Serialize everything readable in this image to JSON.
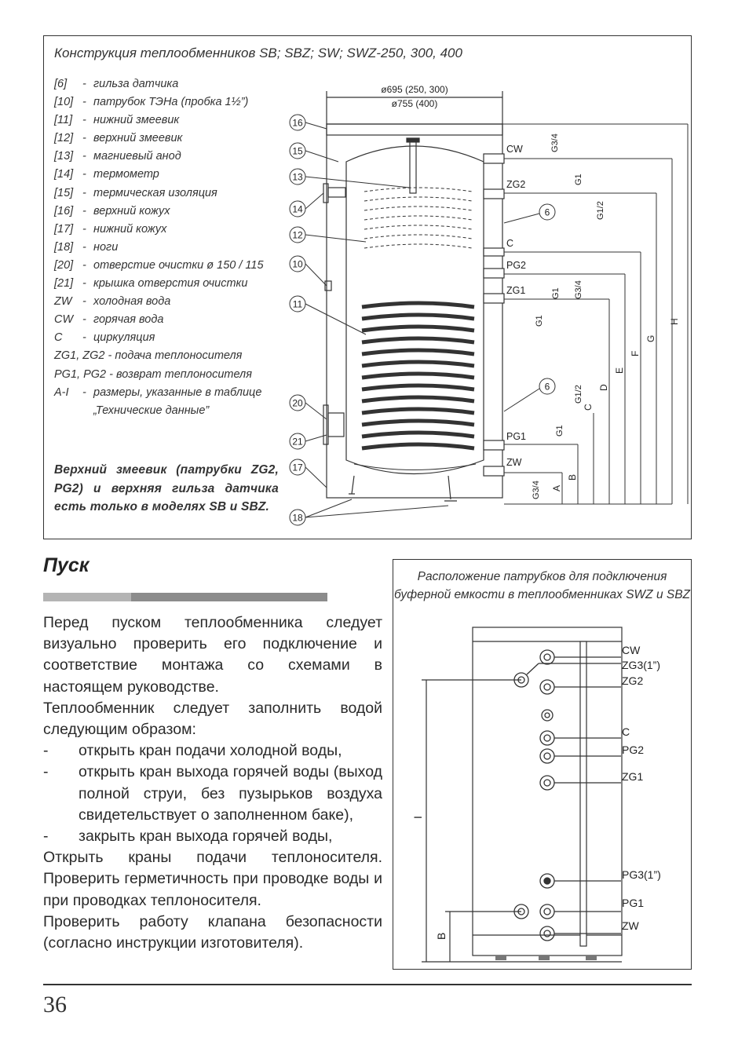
{
  "top_box": {
    "title": "Конструкция теплообменников SB; SBZ; SW; SWZ-250, 300, 400",
    "legend": [
      {
        "code": "[6]",
        "text": "гильза датчика"
      },
      {
        "code": "[10]",
        "text": "патрубок ТЭНа (пробка 1½”)"
      },
      {
        "code": "[11]",
        "text": "нижний змеевик"
      },
      {
        "code": "[12]",
        "text": "верхний змеевик"
      },
      {
        "code": "[13]",
        "text": "магниевый анод"
      },
      {
        "code": "[14]",
        "text": "термометр"
      },
      {
        "code": "[15]",
        "text": "термическая изоляция"
      },
      {
        "code": "[16]",
        "text": "верхний кожух"
      },
      {
        "code": "[17]",
        "text": "нижний кожух"
      },
      {
        "code": "[18]",
        "text": "ноги"
      },
      {
        "code": "[20]",
        "text": "отверстие очистки ø 150 / 115"
      },
      {
        "code": "[21]",
        "text": "крышка отверстия очистки"
      },
      {
        "code": "ZW",
        "text": "холодная вода"
      },
      {
        "code": "CW",
        "text": "горячая вода"
      },
      {
        "code": "C",
        "text": "циркуляция"
      }
    ],
    "legend_full": [
      "ZG1, ZG2 - подача теплоносителя",
      "PG1, PG2 - возврат теплоносителя"
    ],
    "legend_ai": {
      "code": "A-I",
      "text": "размеры, указанные в таблице",
      "cont": "„Технические данные”"
    },
    "note": "Верхний змеевик (патрубки ZG2, PG2) и верхняя гильза датчика есть только в моделях SB и SBZ.",
    "diagram": {
      "dim_top_1": "ø695 (250, 300)",
      "dim_top_2": "ø755 (400)",
      "callouts": [
        "16",
        "15",
        "13",
        "14",
        "12",
        "10",
        "11",
        "20",
        "21",
        "17",
        "18"
      ],
      "sensor_label": "6",
      "ports": [
        "CW",
        "ZG2",
        "C",
        "PG2",
        "ZG1",
        "PG1",
        "ZW"
      ],
      "thread_labels": [
        "G3/4",
        "G1",
        "G1/2",
        "G1",
        "G3/4",
        "G1",
        "G1/2",
        "G1",
        "G3/4"
      ],
      "dim_letters": [
        "A",
        "B",
        "C",
        "D",
        "E",
        "F",
        "G",
        "H"
      ]
    }
  },
  "start": {
    "heading": "Пуск",
    "p1": "Перед пуском теплообменника следует визуально проверить его подключение и соответствие монтажа со схемами в настоящем руководстве.",
    "p2": "Теплообменник следует заполнить водой следующим образом:",
    "list": [
      "открыть кран подачи холодной воды,",
      "открыть кран выхода горячей воды (выход полной струи, без пузырьков воздуха свидетельствует о заполненном баке),",
      "закрыть кран выхода горячей воды,"
    ],
    "list_dash": "-",
    "p3": "Открыть краны подачи теплоносителя. Проверить герметичность при проводке воды и при проводках теплоносителя.",
    "p4": "Проверить работу клапана безопасности (согласно инструкции изготовителя)."
  },
  "small_box": {
    "caption": "Расположение патрубков для подключения буферной емкости в теплообменниках SWZ и SBZ",
    "labels": [
      "CW",
      "ZG3(1”)",
      "ZG2",
      "C",
      "PG2",
      "ZG1",
      "PG3(1”)",
      "PG1",
      "ZW"
    ],
    "dim_I": "I",
    "dim_B": "B"
  },
  "page_number": "36"
}
